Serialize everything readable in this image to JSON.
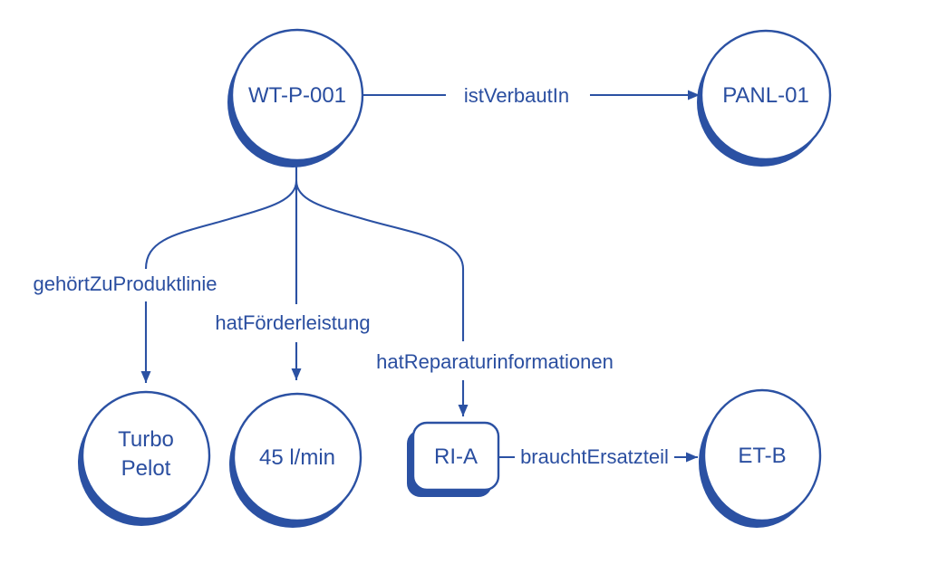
{
  "colors": {
    "accent": "#2b51a3",
    "text": "#2a4ea0",
    "background": "#ffffff"
  },
  "graph": {
    "type": "knowledge-graph",
    "nodes": [
      {
        "id": "WT-P-001",
        "label": "WT-P-001",
        "shape": "circle"
      },
      {
        "id": "PANL-01",
        "label": "PANL-01",
        "shape": "circle"
      },
      {
        "id": "TurboPelot",
        "label_line1": "Turbo",
        "label_line2": "Pelot",
        "shape": "circle"
      },
      {
        "id": "45l-min",
        "label": "45 l/min",
        "shape": "circle"
      },
      {
        "id": "RI-A",
        "label": "RI-A",
        "shape": "rounded-rect"
      },
      {
        "id": "ET-B",
        "label": "ET-B",
        "shape": "circle"
      }
    ],
    "edges": [
      {
        "label": "istVerbautIn",
        "from": "WT-P-001",
        "to": "PANL-01"
      },
      {
        "label": "gehörtZuProduktlinie",
        "from": "WT-P-001",
        "to": "TurboPelot"
      },
      {
        "label": "hatFörderleistung",
        "from": "WT-P-001",
        "to": "45l-min"
      },
      {
        "label": "hatReparaturinformationen",
        "from": "WT-P-001",
        "to": "RI-A"
      },
      {
        "label": "brauchtErsatzteil",
        "from": "RI-A",
        "to": "ET-B"
      }
    ]
  }
}
